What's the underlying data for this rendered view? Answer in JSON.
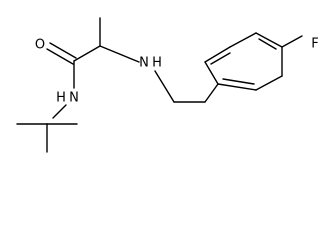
{
  "molecule": {
    "atoms": {
      "oxygen": "O",
      "amide_nitrogen": "N",
      "amide_hydrogen": "H",
      "amine_nitrogen": "N",
      "amine_hydrogen": "H",
      "fluorine": "F"
    }
  }
}
